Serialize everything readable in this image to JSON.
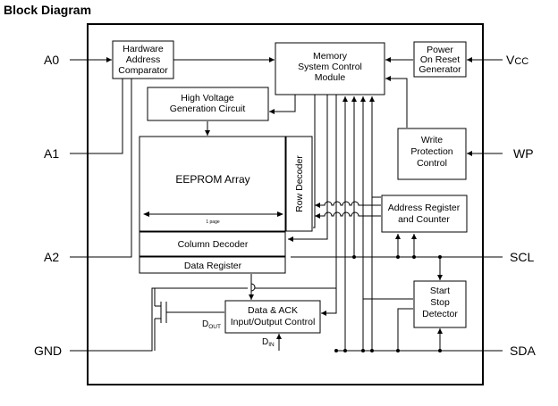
{
  "title": "Block Diagram",
  "pins": {
    "a0": "A0",
    "a1": "A1",
    "a2": "A2",
    "gnd": "GND",
    "vcc_main": "V",
    "vcc_sub": "CC",
    "wp": "WP",
    "scl": "SCL",
    "sda": "SDA"
  },
  "blocks": {
    "hw_addr_comparator": [
      "Hardware",
      "Address",
      "Comparator"
    ],
    "memory_control": [
      "Memory",
      "System Control",
      "Module"
    ],
    "power_on_reset": [
      "Power",
      "On Reset",
      "Generator"
    ],
    "high_voltage": [
      "High Voltage",
      "Generation Circuit"
    ],
    "eeprom_array": "EEPROM Array",
    "page_label": "1 page",
    "row_decoder": "Row Decoder",
    "write_protection": [
      "Write",
      "Protection",
      "Control"
    ],
    "address_register": [
      "Address Register",
      "and Counter"
    ],
    "column_decoder": "Column Decoder",
    "data_register": "Data Register",
    "data_ack": [
      "Data & ACK",
      "Input/Output Control"
    ],
    "start_stop": [
      "Start",
      "Stop",
      "Detector"
    ]
  },
  "signals": {
    "dout_main": "D",
    "dout_sub": "OUT",
    "din_main": "D",
    "din_sub": "IN"
  }
}
